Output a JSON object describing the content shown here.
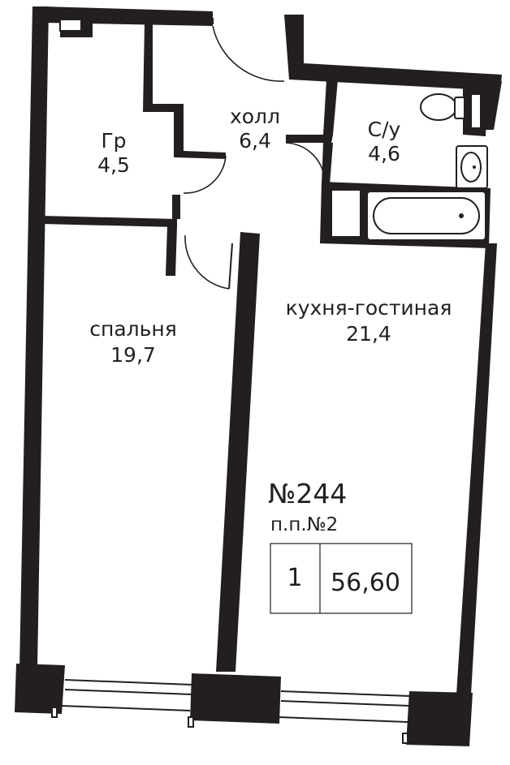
{
  "rooms": {
    "wardrobe": {
      "name": "Гр",
      "area": "4,5"
    },
    "hall": {
      "name": "холл",
      "area": "6,4"
    },
    "bathroom": {
      "name": "С/у",
      "area": "4,6"
    },
    "bedroom": {
      "name": "спальня",
      "area": "19,7"
    },
    "kitchen_living": {
      "name": "кухня-гостиная",
      "area": "21,4"
    }
  },
  "apartment": {
    "number": "№244",
    "section": "п.п.№2",
    "rooms_count": "1",
    "total_area": "56,60"
  },
  "colors": {
    "wall": "#231f20",
    "background": "#ffffff"
  },
  "icons": [
    "toilet-icon",
    "sink-icon",
    "bathtub-icon",
    "door-swing-icon",
    "window-icon"
  ]
}
